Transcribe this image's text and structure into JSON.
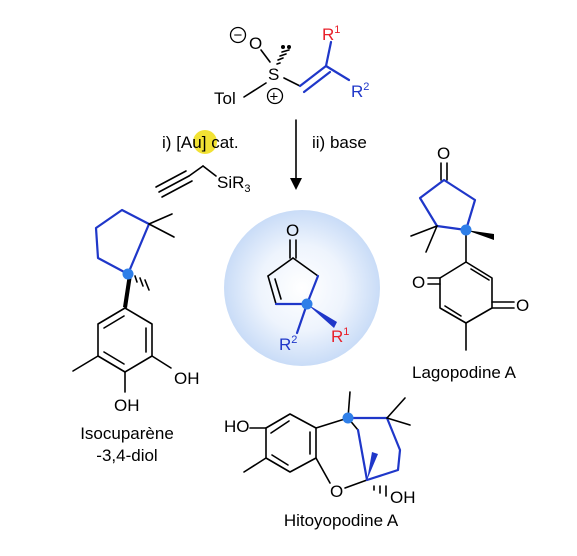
{
  "colors": {
    "carbon_blue": "#1f37c9",
    "substituent_red": "#e8202a",
    "stereocenter_dot": "#2f7fe8",
    "gold_highlight": "#f2e234",
    "product_halo": "#d3e4fb"
  },
  "reagent": {
    "oxygen": "O",
    "sulfur": "S",
    "tol": "Tol",
    "minus_sign": "−",
    "plus_sign": "+",
    "r1": "R",
    "r1_sup": "1",
    "r2": "R",
    "r2_sup": "2"
  },
  "conditions": {
    "step1_prefix": "i)",
    "catalyst_open": "[",
    "catalyst_metal": "Au",
    "catalyst_close": "]",
    "catalyst_suffix": "cat.",
    "step2": "ii) base",
    "silane_si": "SiR",
    "silane_sub": "3"
  },
  "product": {
    "carbonyl_o": "O",
    "r1": "R",
    "r1_sup": "1",
    "r2": "R",
    "r2_sup": "2"
  },
  "natural_products": {
    "isocuparene": {
      "oh1": "OH",
      "oh2": "OH",
      "name_line1": "Isocuparène",
      "name_line2": "-3,4-diol"
    },
    "lagopodine": {
      "o_top": "O",
      "o_left": "O",
      "o_right": "O",
      "name": "Lagopodine A"
    },
    "hitoyopodine": {
      "ho": "HO",
      "o_ring": "O",
      "oh": "OH",
      "name": "Hitoyopodine A"
    }
  }
}
